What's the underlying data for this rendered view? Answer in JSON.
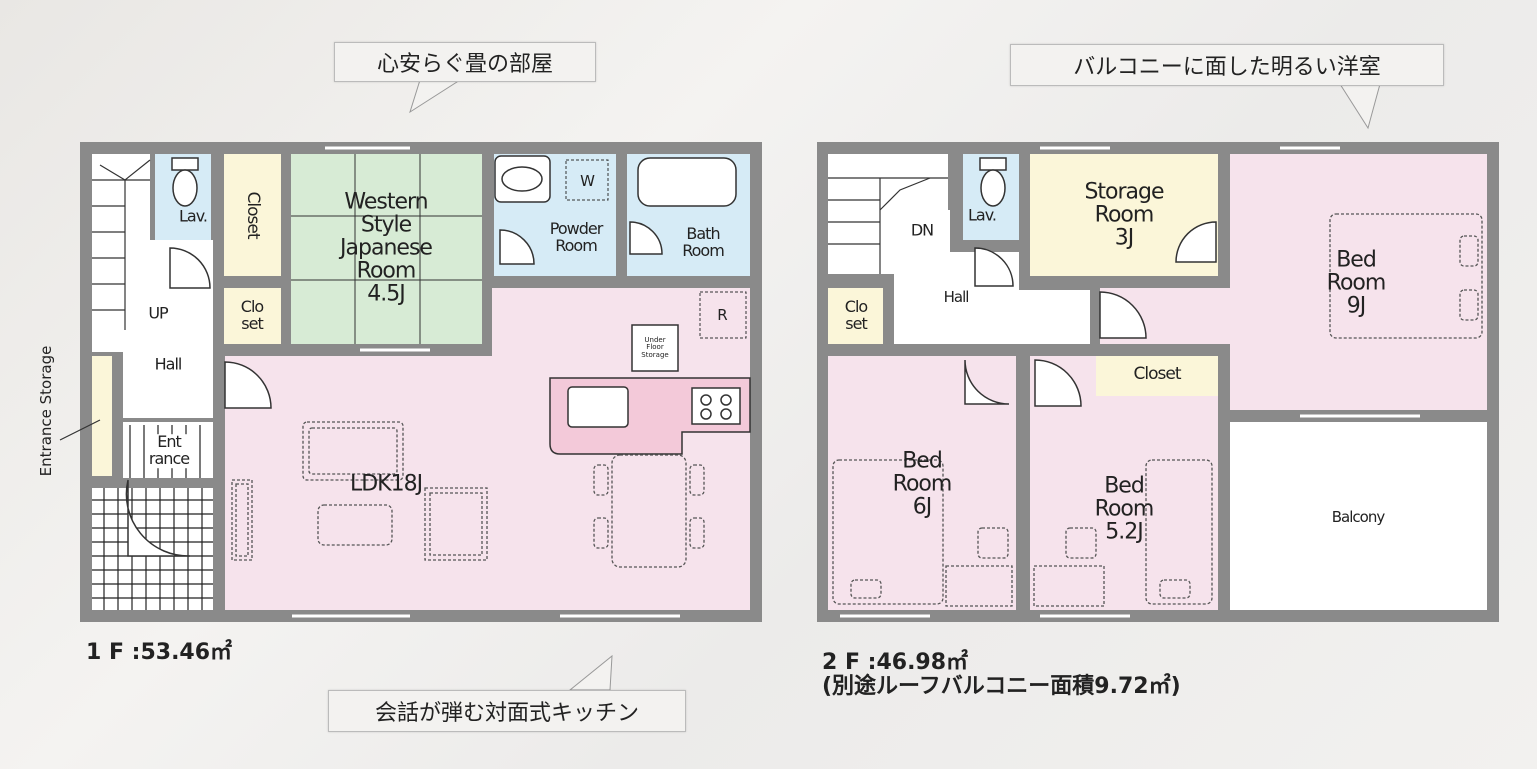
{
  "callouts": {
    "tatami": "心安らぐ畳の部屋",
    "western": "バルコニーに面した明るい洋室",
    "kitchen": "会話が弾む対面式キッチン"
  },
  "floor1": {
    "area": "1 F :53.46㎡",
    "rooms": {
      "closet_v": "Closet",
      "lav": "Lav.",
      "japanese": "Western\nStyle\nJapanese\nRoom\n4.5J",
      "powder": "Powder\nRoom",
      "w": "W",
      "bath": "Bath\nRoom",
      "closet_small": "Clo\nset",
      "up": "UP",
      "hall": "Hall",
      "entrance": "Ent\nrance",
      "ldk": "LDK18J",
      "under_floor": "Under\nFloor\nStorage",
      "r": "R",
      "entrance_storage": "Entrance Storage"
    }
  },
  "floor2": {
    "area": "2 F :46.98㎡",
    "roof_balcony": "(別途ルーフバルコニー面積9.72㎡)",
    "rooms": {
      "dn": "DN",
      "lav": "Lav.",
      "storage": "Storage\nRoom\n3J",
      "bed9": "Bed\nRoom\n9J",
      "hall": "Hall",
      "closet_small": "Clo\nset",
      "closet": "Closet",
      "bed6": "Bed\nRoom\n6J",
      "bed52": "Bed\nRoom\n5.2J",
      "balcony": "Balcony"
    }
  },
  "colors": {
    "wall": "#8a8a8a",
    "pink": "#f6e3ec",
    "blue": "#d6ebf6",
    "green": "#d7ebd5",
    "cream": "#fbf6d9"
  }
}
